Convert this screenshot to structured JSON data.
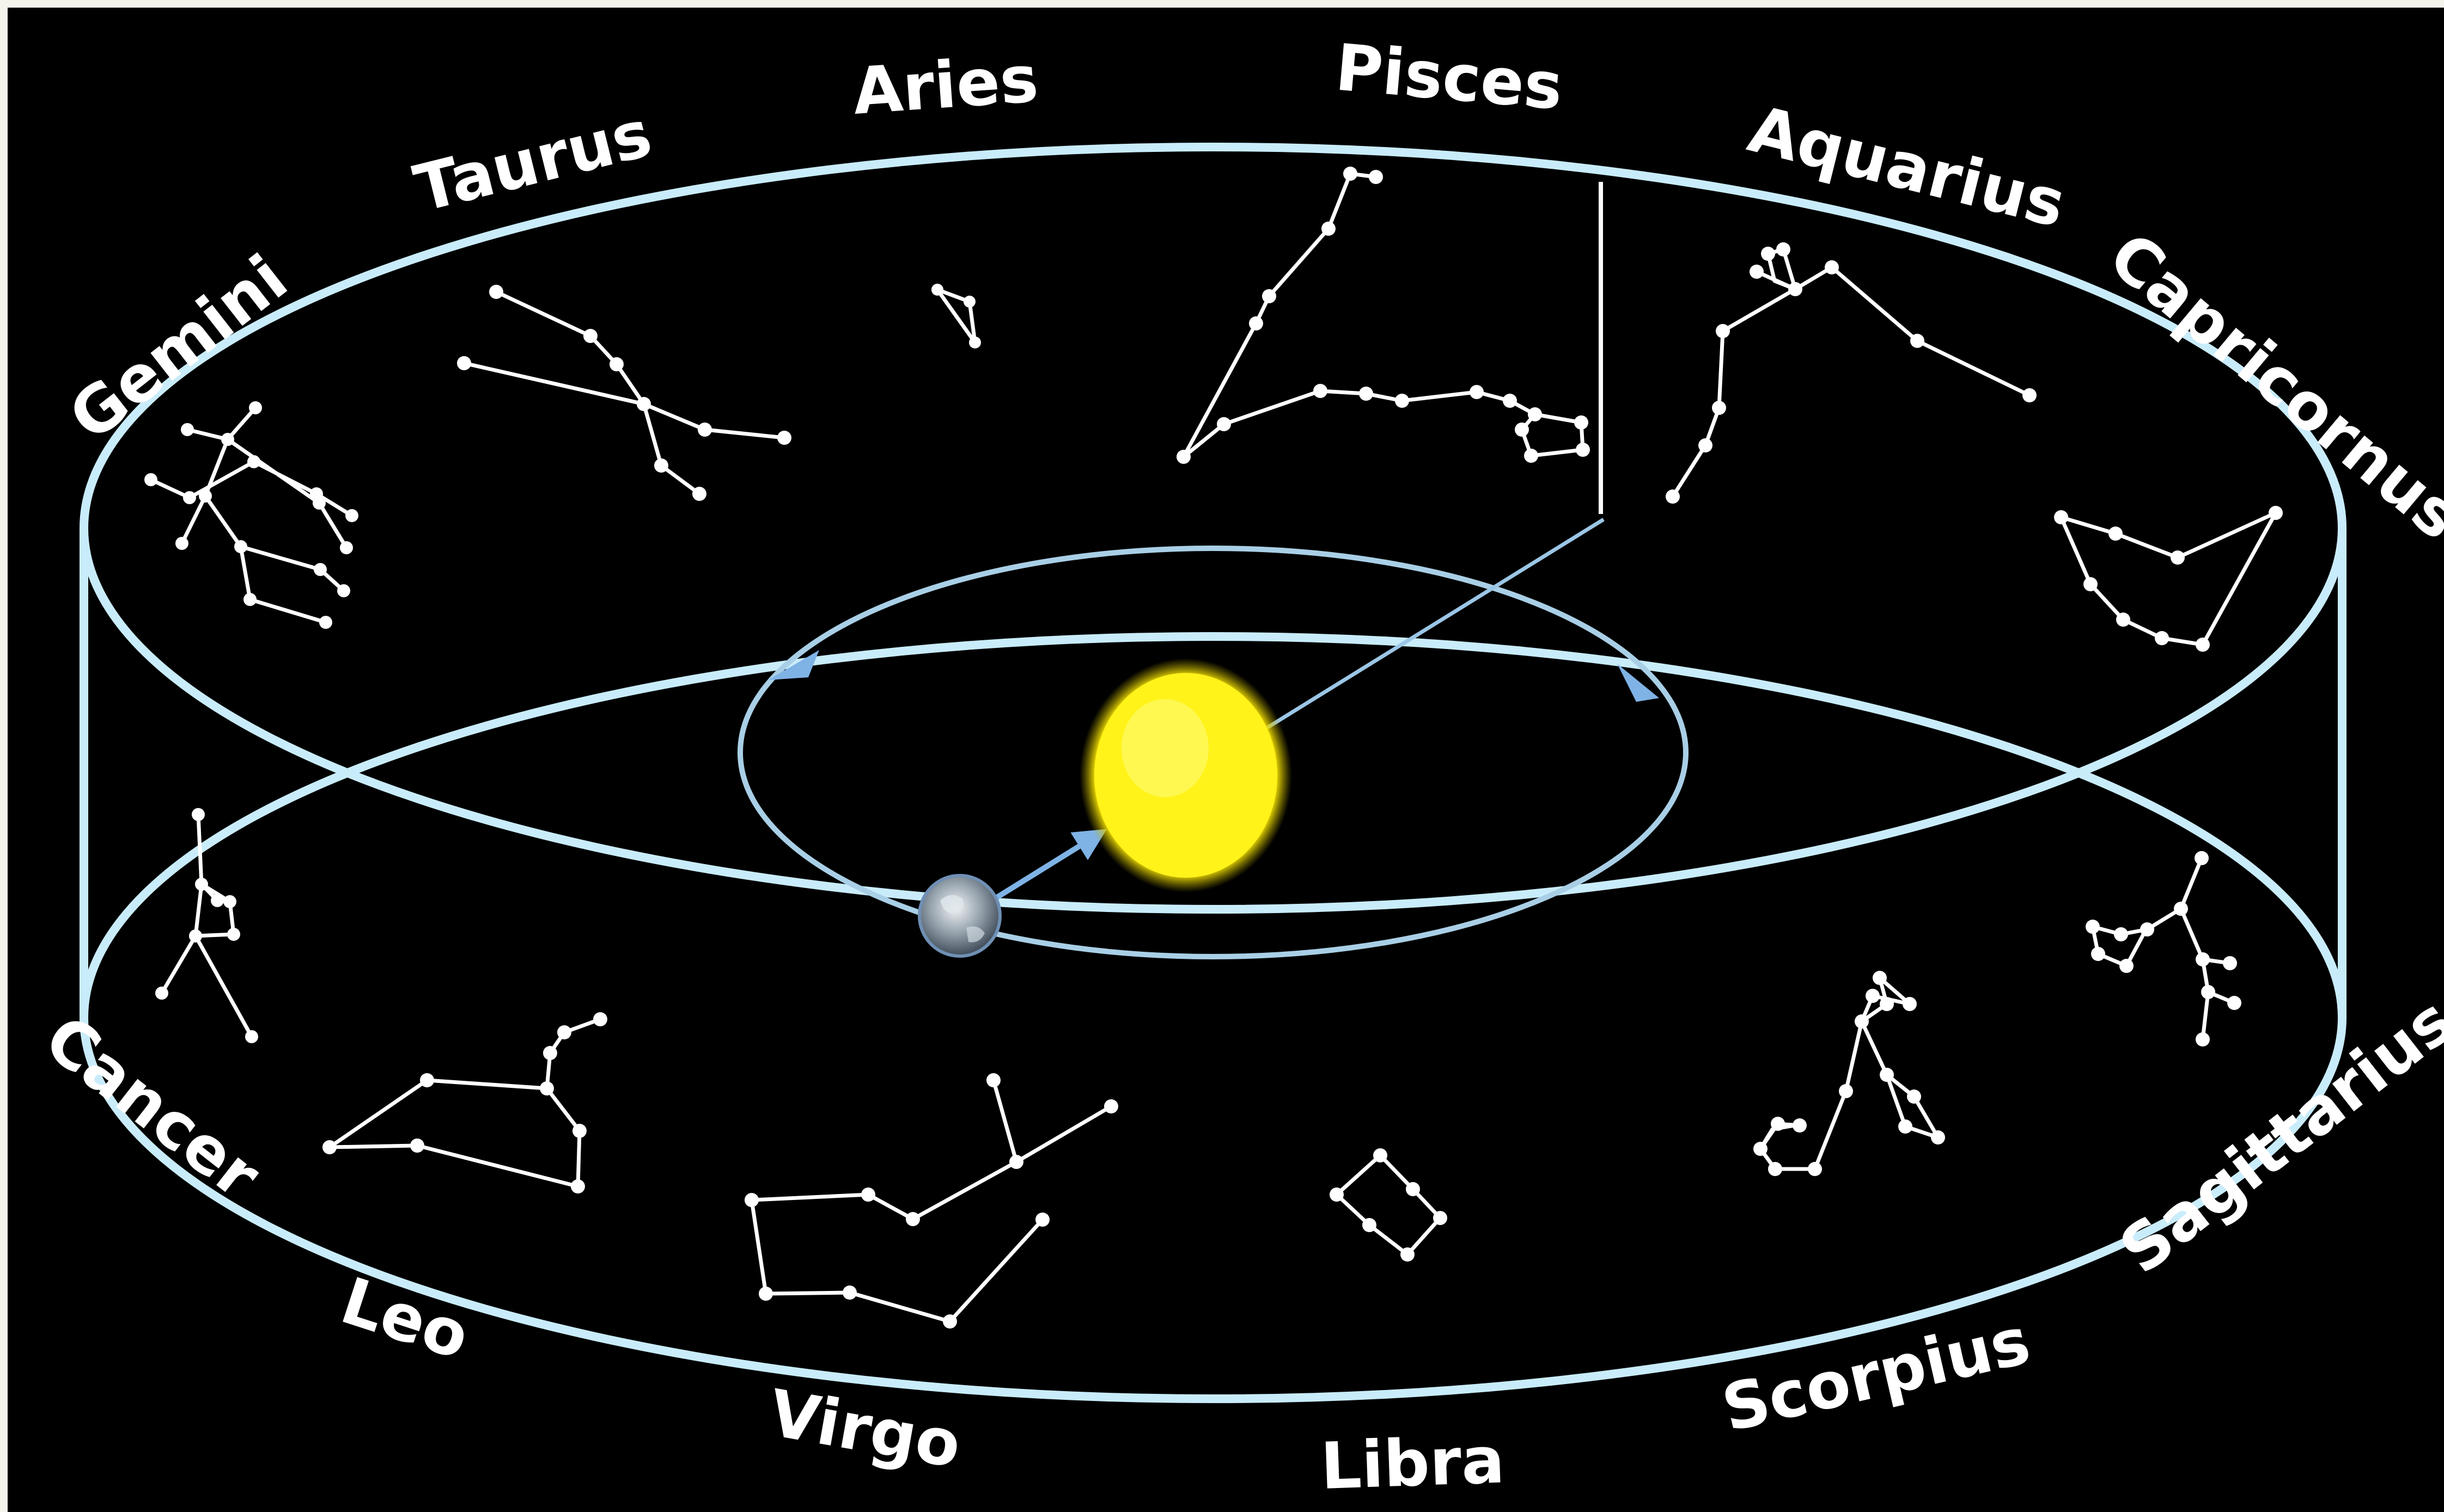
{
  "colors": {
    "background": "#000000",
    "band": "#c9ecfb",
    "orbit": "#a9cfe6",
    "arrow": "#7fb3e6",
    "sun": "#fff31a",
    "label": "#ffffff"
  },
  "zodiac": {
    "signs": [
      {
        "key": "aries",
        "label": "Aries"
      },
      {
        "key": "pisces",
        "label": "Pisces"
      },
      {
        "key": "aquarius",
        "label": "Aquarius"
      },
      {
        "key": "capricornus",
        "label": "Capricornus"
      },
      {
        "key": "sagittarius",
        "label": "Sagittarius"
      },
      {
        "key": "scorpius",
        "label": "Scorpius"
      },
      {
        "key": "libra",
        "label": "Libra"
      },
      {
        "key": "virgo",
        "label": "Virgo"
      },
      {
        "key": "leo",
        "label": "Leo"
      },
      {
        "key": "cancer",
        "label": "Cancer"
      },
      {
        "key": "gemini",
        "label": "Gemini"
      },
      {
        "key": "taurus",
        "label": "Taurus"
      }
    ]
  },
  "objects": {
    "sun_icon": "sun-icon",
    "earth_icon": "earth-icon"
  }
}
